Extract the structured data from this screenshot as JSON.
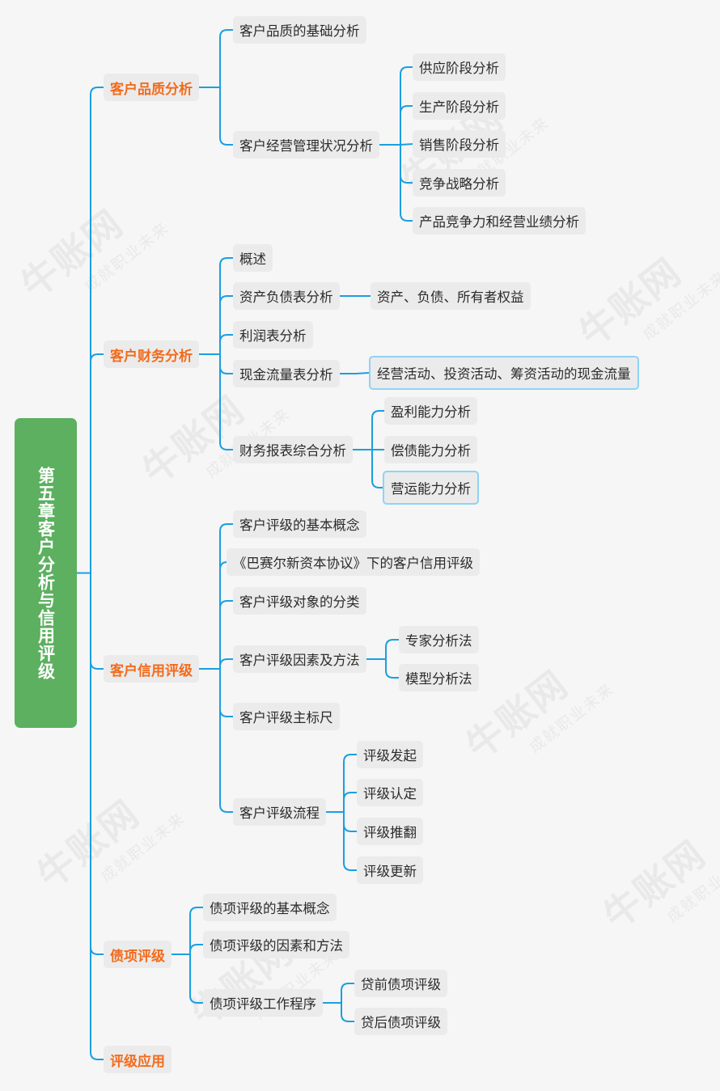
{
  "root": "第五章客户分析与信用评级",
  "watermark": {
    "brand": "牛账网",
    "slogan": "成就职业未来"
  },
  "branches": [
    {
      "label": "客户品质分析",
      "children": [
        {
          "label": "客户品质的基础分析"
        },
        {
          "label": "客户经营管理状况分析",
          "children": [
            {
              "label": "供应阶段分析"
            },
            {
              "label": "生产阶段分析"
            },
            {
              "label": "销售阶段分析"
            },
            {
              "label": "竞争战略分析"
            },
            {
              "label": "产品竞争力和经营业绩分析"
            }
          ]
        }
      ]
    },
    {
      "label": "客户财务分析",
      "children": [
        {
          "label": "概述"
        },
        {
          "label": "资产负债表分析",
          "children": [
            {
              "label": "资产、负债、所有者权益"
            }
          ]
        },
        {
          "label": "利润表分析"
        },
        {
          "label": "现金流量表分析",
          "children": [
            {
              "label": "经营活动、投资活动、筹资活动的现金流量"
            }
          ]
        },
        {
          "label": "财务报表综合分析",
          "children": [
            {
              "label": "盈利能力分析"
            },
            {
              "label": "偿债能力分析"
            },
            {
              "label": "营运能力分析"
            }
          ]
        }
      ]
    },
    {
      "label": "客户信用评级",
      "children": [
        {
          "label": "客户评级的基本概念"
        },
        {
          "label": "《巴赛尔新资本协议》下的客户信用评级"
        },
        {
          "label": "客户评级对象的分类"
        },
        {
          "label": "客户评级因素及方法",
          "children": [
            {
              "label": "专家分析法"
            },
            {
              "label": "模型分析法"
            }
          ]
        },
        {
          "label": "客户评级主标尺"
        },
        {
          "label": "客户评级流程",
          "children": [
            {
              "label": "评级发起"
            },
            {
              "label": "评级认定"
            },
            {
              "label": "评级推翻"
            },
            {
              "label": "评级更新"
            }
          ]
        }
      ]
    },
    {
      "label": "债项评级",
      "children": [
        {
          "label": "债项评级的基本概念"
        },
        {
          "label": "债项评级的因素和方法"
        },
        {
          "label": "债项评级工作程序",
          "children": [
            {
              "label": "贷前债项评级"
            },
            {
              "label": "贷后债项评级"
            }
          ]
        }
      ]
    },
    {
      "label": "评级应用"
    }
  ],
  "colors": {
    "connector": "#1a9fe0",
    "root_bg": "#5cb05f",
    "branch_text": "#f36b1c",
    "highlight_border": "#8fd3f4"
  }
}
